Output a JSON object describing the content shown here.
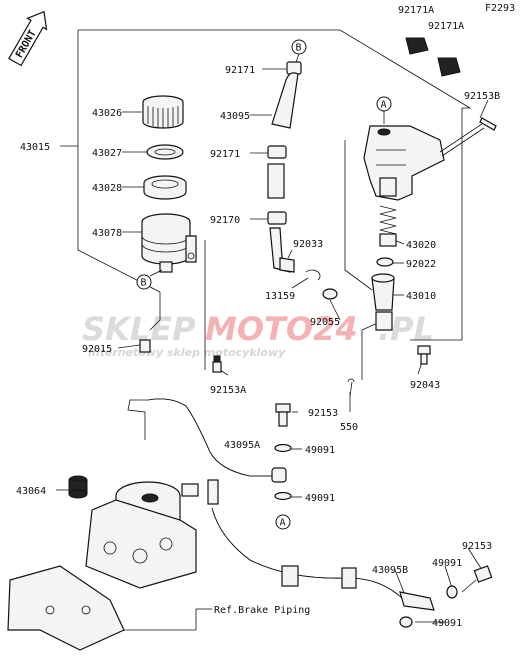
{
  "figure_code": "F2293",
  "front_label": "FRONT",
  "ref_label": "Ref.Brake Piping",
  "watermark": {
    "brand_left": "SKLEP",
    "brand_right": "MOTO24",
    "brand_tail": ".PL",
    "tagline": "internetowy sklep motocyklowy"
  },
  "markers": [
    "A",
    "B"
  ],
  "parts": {
    "p92171A_1": "92171A",
    "p92171A_2": "92171A",
    "p92153B": "92153B",
    "p92171_top": "92171",
    "p43026": "43026",
    "p43095": "43095",
    "p43015": "43015",
    "p43027": "43027",
    "p92171_mid": "92171",
    "p43028": "43028",
    "p43078": "43078",
    "p92170": "92170",
    "p92033": "92033",
    "p43020": "43020",
    "p92022": "92022",
    "p13159": "13159",
    "p43010": "43010",
    "p92055": "92055",
    "p92015": "92015",
    "p92153A": "92153A",
    "p92043": "92043",
    "p92153_mid": "92153",
    "p550": "550",
    "p43095A": "43095A",
    "p49091_1": "49091",
    "p43064": "43064",
    "p49091_2": "49091",
    "p92153_low": "92153",
    "p43095B": "43095B",
    "p49091_3": "49091",
    "p49091_4": "49091"
  }
}
